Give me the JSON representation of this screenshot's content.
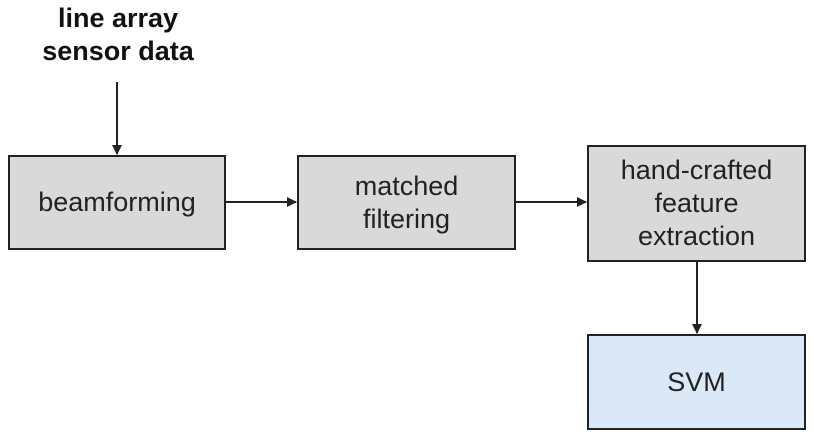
{
  "input_label": {
    "line1": "line array",
    "line2": "sensor data"
  },
  "boxes": {
    "beamforming": [
      "beamforming"
    ],
    "matched": [
      "matched",
      "filtering"
    ],
    "feature": [
      "hand-crafted",
      "feature",
      "extraction"
    ],
    "svm": [
      "SVM"
    ]
  },
  "colors": {
    "process_box": "#d9d9d9",
    "classifier_box": "#dbe8f7",
    "stroke": "#222222"
  }
}
